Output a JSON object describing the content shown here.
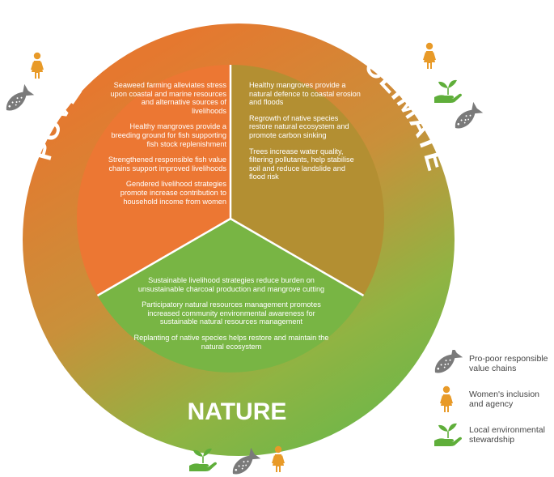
{
  "labels": {
    "poverty": "POVERTY",
    "climate": "CLIMATE",
    "nature": "NATURE"
  },
  "sectors": {
    "poverty": [
      "Seaweed farming alleviates stress upon coastal and marine resources and alternative sources of livelihoods",
      "Healthy mangroves provide a breeding ground for fish supporting fish stock replenishment",
      "Strengthened responsible fish value chains support improved livelihoods",
      "Gendered livelihood strategies promote increase contribution to household income from women"
    ],
    "climate": [
      "Healthy mangroves provide a natural defence to coastal erosion and floods",
      "Regrowth of native species restore natural ecosystem and promote carbon sinking",
      "Trees increase water quality, filtering pollutants, help stabilise soil and reduce landslide and flood risk"
    ],
    "nature": [
      "Sustainable livelihood strategies reduce burden on unsustainable charcoal production and mangrove cutting",
      "Participatory natural resources management promotes increased community environmental awareness for sustainable natural resources management",
      "Replanting of native species helps restore and maintain the natural ecosystem"
    ]
  },
  "legend": [
    {
      "icon": "fish-icon",
      "label": "Pro-poor responsible value chains"
    },
    {
      "icon": "woman-icon",
      "label": "Women's inclusion and agency"
    },
    {
      "icon": "hand-plant-icon",
      "label": "Local environmental stewardship"
    }
  ],
  "colors": {
    "poverty": "#ec7733",
    "climate": "#b38f32",
    "nature": "#78b544",
    "ring_top": "#dd8a34",
    "ring_bottom": "#7dba46",
    "fish": "#7a7a7a",
    "woman": "#e89a28",
    "plant": "#5fae3a"
  }
}
